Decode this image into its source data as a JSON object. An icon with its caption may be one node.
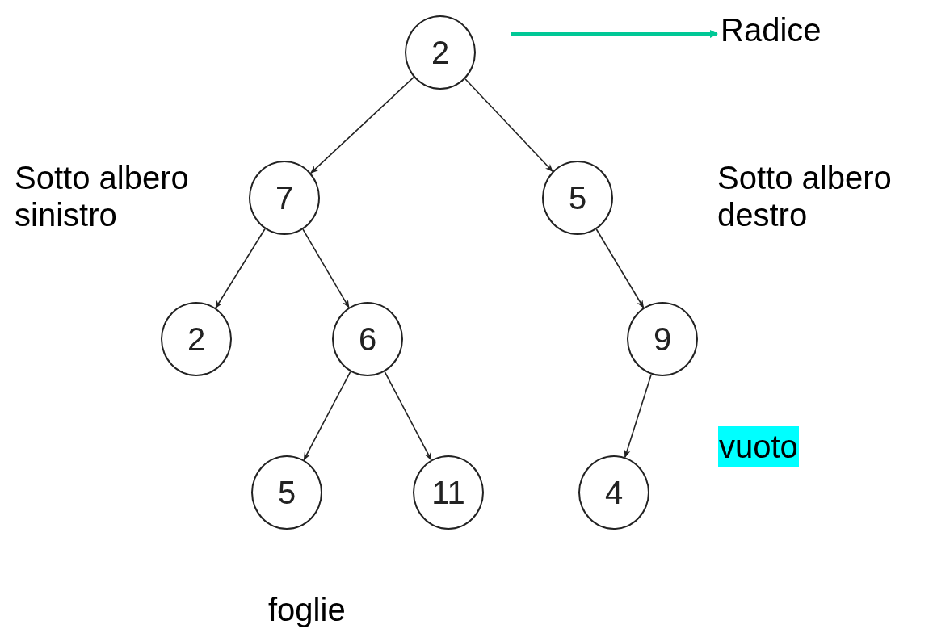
{
  "diagram": {
    "nodes": [
      {
        "text": [
          "2"
        ]
      },
      {
        "text": [
          "7"
        ]
      },
      {
        "text": [
          "5"
        ]
      },
      {
        "text": [
          "2"
        ]
      },
      {
        "text": [
          "6"
        ]
      },
      {
        "text": [
          "9"
        ]
      },
      {
        "text": [
          "5"
        ]
      },
      {
        "text": [
          "11"
        ]
      },
      {
        "text": [
          "4"
        ]
      },
      {
        "text": [
          "Radice"
        ]
      }
    ],
    "edges": [
      {
        "from": 0,
        "to": 1,
        "arrow": "to"
      },
      {
        "from": 0,
        "to": 2,
        "arrow": "to"
      },
      {
        "from": 1,
        "to": 3,
        "arrow": "to"
      },
      {
        "from": 1,
        "to": 4,
        "arrow": "to"
      },
      {
        "from": 2,
        "to": 5,
        "arrow": "to"
      },
      {
        "from": 4,
        "to": 6,
        "arrow": "to"
      },
      {
        "from": 4,
        "to": 7,
        "arrow": "to"
      },
      {
        "from": 5,
        "to": 8,
        "arrow": "to"
      },
      {
        "from": null,
        "to": 9,
        "arrow": "to",
        "color": "#00c896",
        "style": "thick"
      }
    ],
    "labels": [
      "Sotto albero sinistro",
      "Sotto albero destro",
      "vuoto",
      "foglie"
    ]
  }
}
